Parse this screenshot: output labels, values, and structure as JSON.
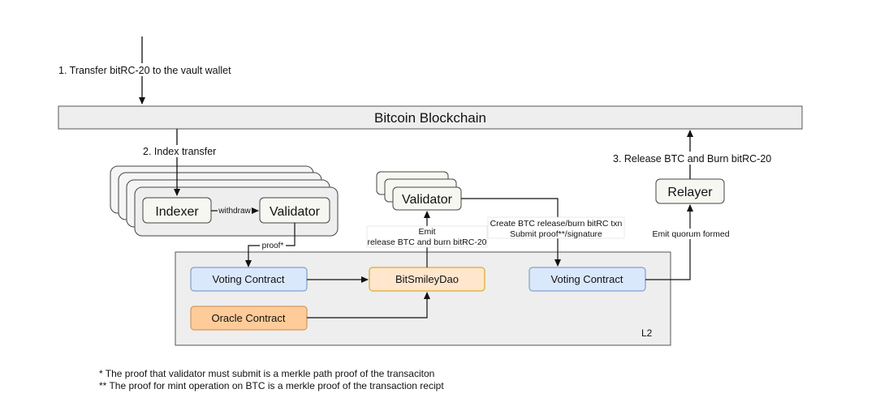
{
  "bitcoin_blockchain": "Bitcoin Blockchain",
  "steps": {
    "transfer": "1. Transfer bitRC-20 to the vault wallet",
    "index": "2. Index transfer",
    "release": "3. Release BTC and Burn bitRC-20"
  },
  "left_node": {
    "indexer": "Indexer",
    "validator": "Validator",
    "withdraw": "withdraw",
    "proof": "proof*"
  },
  "center_node": {
    "validator": "Validator",
    "emit_line1": "Emit",
    "emit_line2": "release BTC and burn bitRC-20",
    "create_line1": "Create BTC release/burn bitRC txn",
    "create_line2": "Submit proof**/signature"
  },
  "relayer": {
    "label": "Relayer",
    "emit_quorum": "Emit quorum formed"
  },
  "l2": {
    "label": "L2",
    "voting_contract_left": "Voting Contract",
    "oracle_contract": "Oracle Contract",
    "bitsmileydao": "BitSmileyDao",
    "voting_contract_right": "Voting Contract"
  },
  "footnotes": [
    "*  The proof that validator must submit is a merkle path proof of the transaciton",
    "** The proof for mint operation on BTC is a merkle proof of the transaction recipt"
  ],
  "colors": {
    "voting_fill": "#dae8fc",
    "voting_stroke": "#6c8ebf",
    "oracle_fill": "#ffcc99",
    "oracle_stroke": "#c9884a",
    "dao_fill": "#ffe6cc",
    "dao_stroke": "#d79b00",
    "panel_fill": "#eeeeee"
  }
}
